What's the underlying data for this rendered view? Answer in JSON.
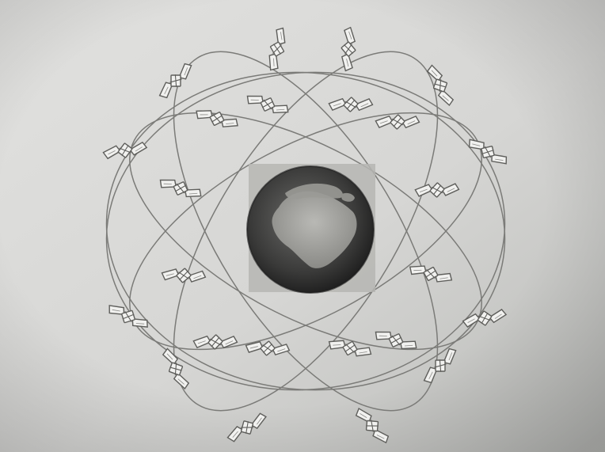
{
  "scene": {
    "subject": "satellite-constellation-orbits",
    "central_body": "earth",
    "orbit_count": 6,
    "satellite_count": 24,
    "colors": {
      "paper": "#d9d9d7",
      "paper_shadow": "#a9aaa7",
      "line": "#7a7a77",
      "satellite_fill": "#f1f1ef",
      "earth_dark": "#2c2c2c",
      "earth_light": "#a4a4a0",
      "earth_box": "#b6b6b3"
    }
  }
}
